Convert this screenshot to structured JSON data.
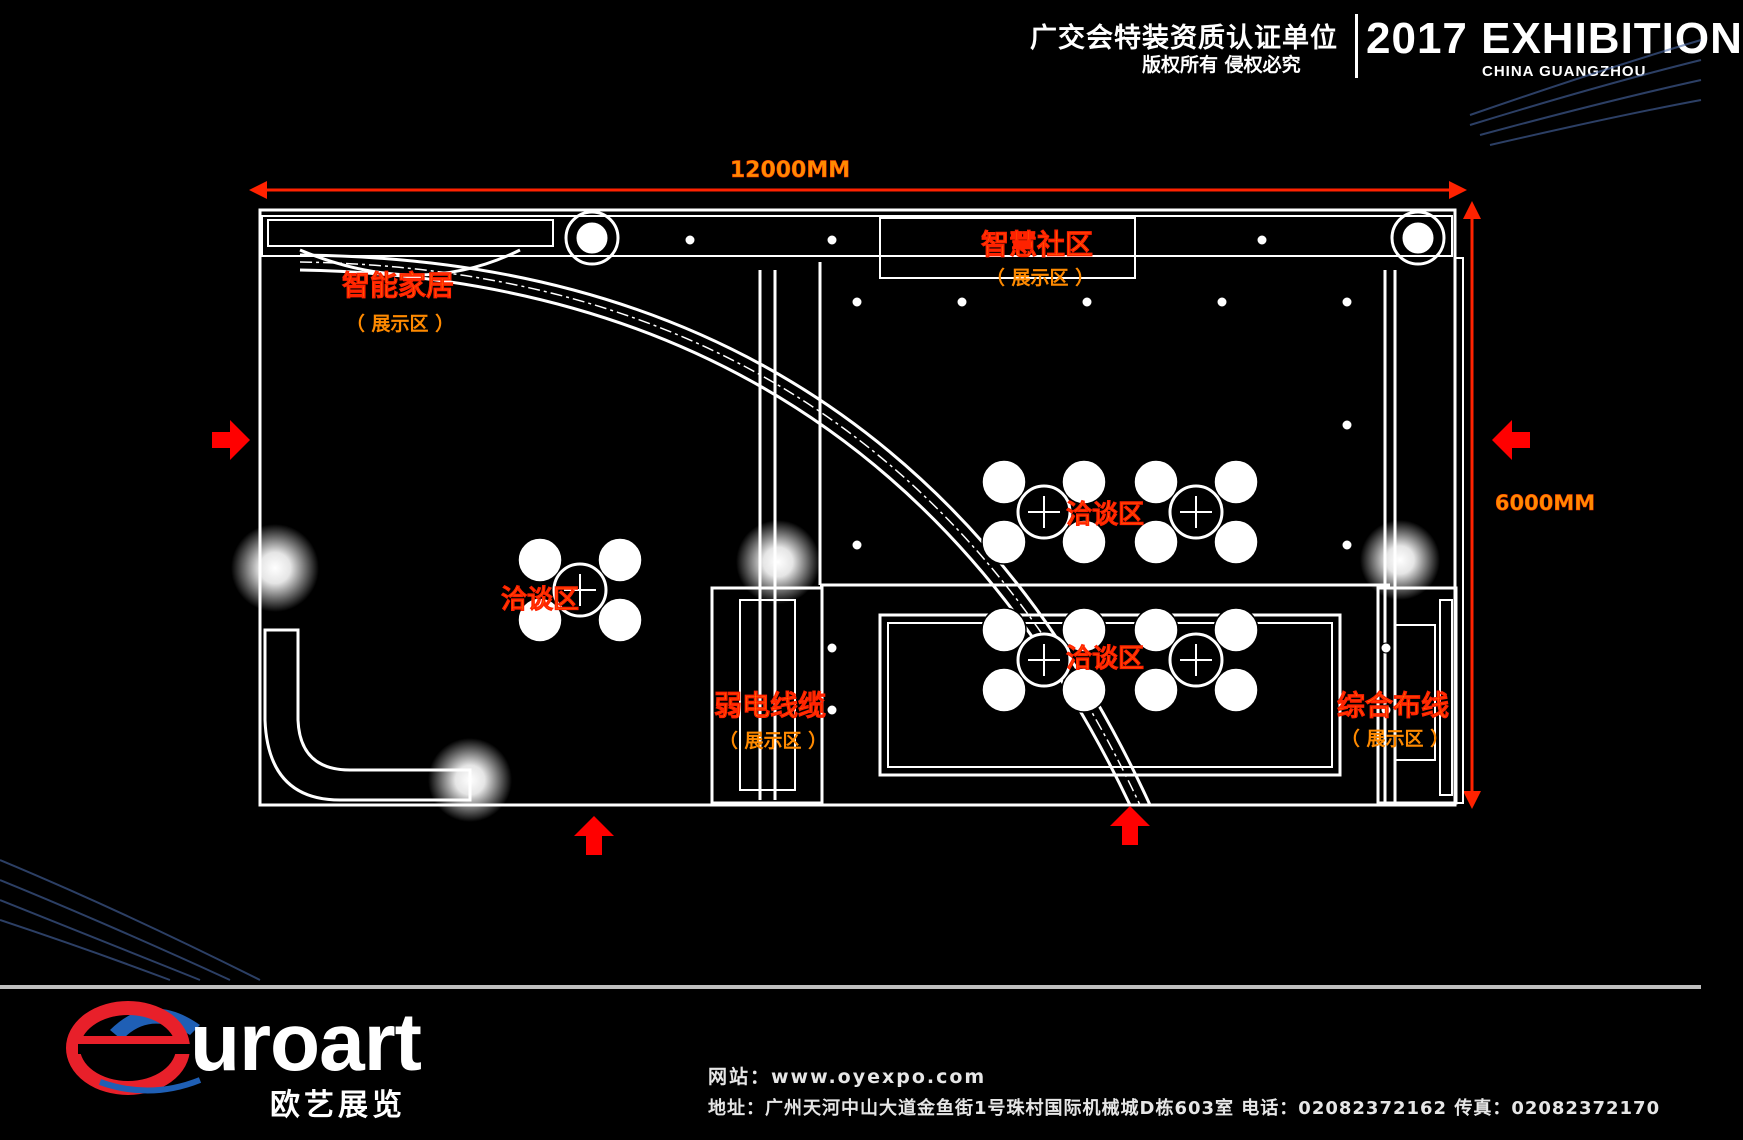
{
  "header": {
    "cn_line1": "广交会特装资质认证单位",
    "cn_line2": "版权所有 侵权必究",
    "en_line1": "2017 EXHIBITION",
    "en_line2": "CHINA GUANGZHOU"
  },
  "plan": {
    "width_label": "12000MM",
    "height_label": "6000MM",
    "zones": [
      {
        "title": "智能家居",
        "sub": "（ 展示区 ）"
      },
      {
        "title": "智慧社区",
        "sub": "（ 展示区 ）"
      },
      {
        "title": "洽谈区",
        "sub": ""
      },
      {
        "title": "洽谈区",
        "sub": ""
      },
      {
        "title": "洽谈区",
        "sub": ""
      },
      {
        "title": "弱电线缆",
        "sub": "（ 展示区 ）"
      },
      {
        "title": "综合布线",
        "sub": "（ 展示区 ）"
      }
    ]
  },
  "footer": {
    "logo_text": "uroart",
    "logo_cn": "欧艺展览",
    "website": "网站：www.oyexpo.com",
    "address": "地址：广州天河中山大道金鱼街1号珠村国际机械城D栋603室 电话：02082372162  传真：02082372170"
  },
  "colors": {
    "background": "#000000",
    "lines": "#ffffff",
    "label_orange": "#ff8a00",
    "arrow_red": "#ff0000",
    "logo_red": "#e8202a",
    "logo_blue": "#1f5fb5"
  }
}
